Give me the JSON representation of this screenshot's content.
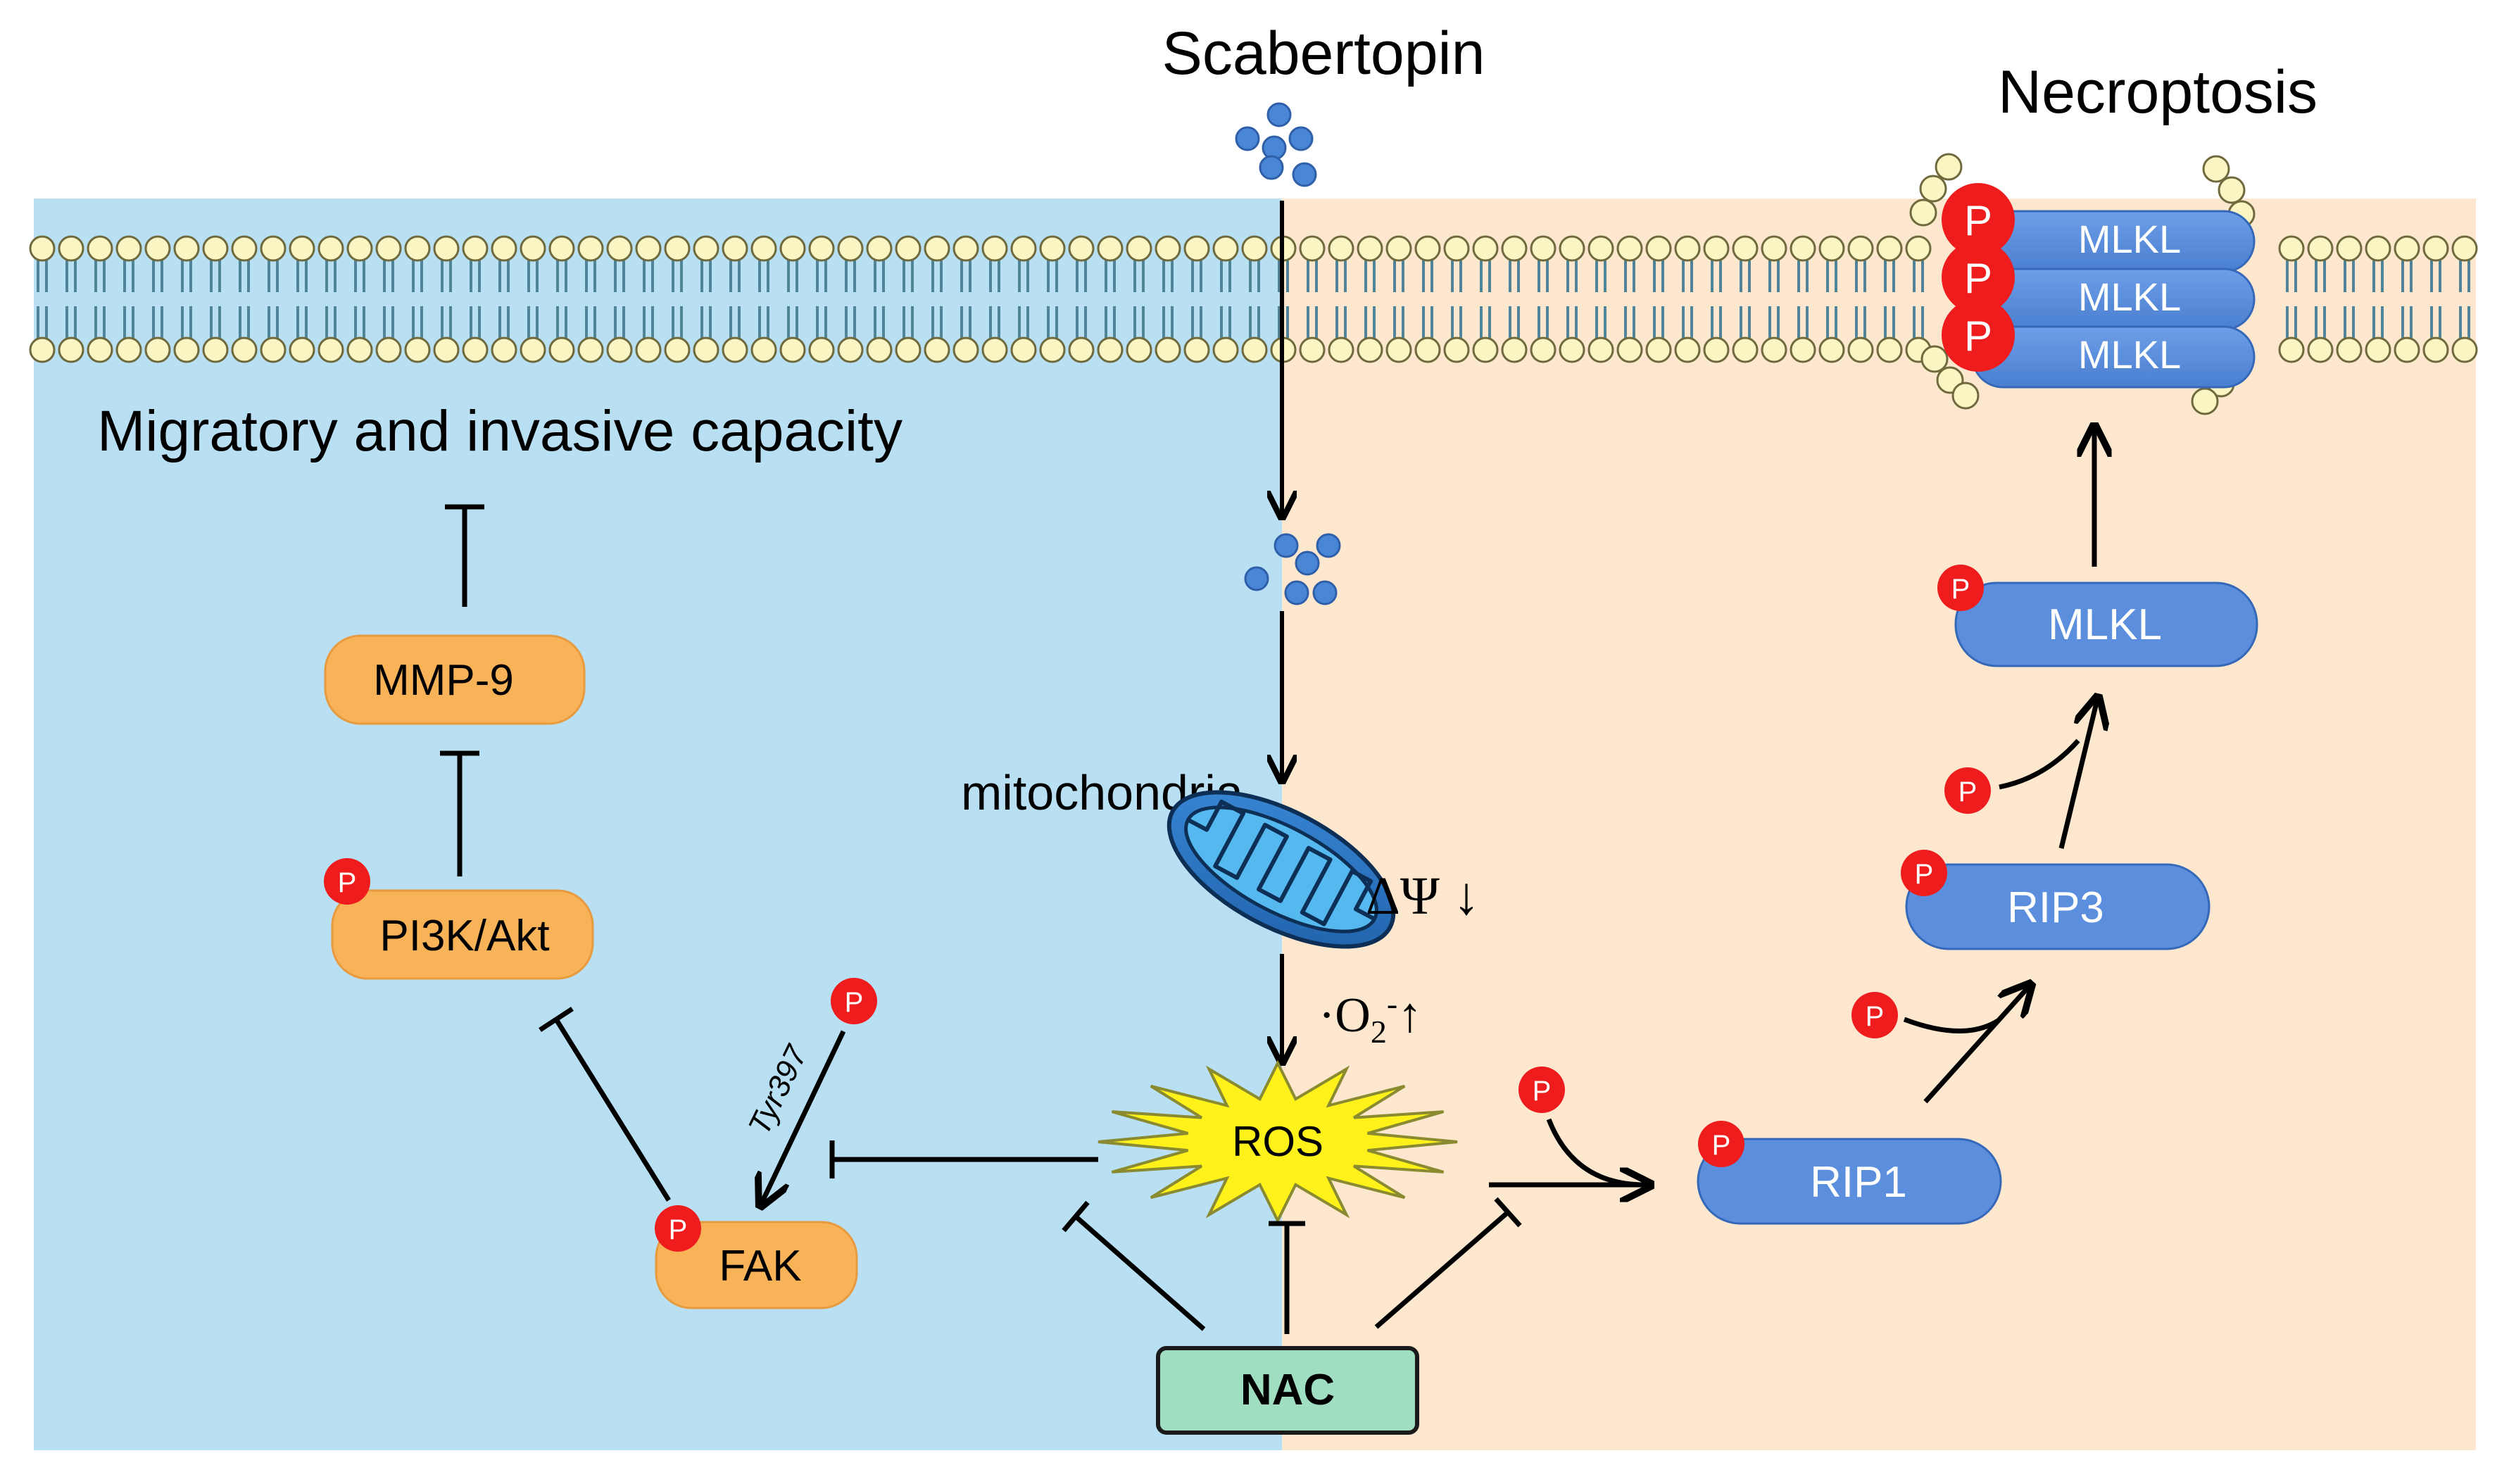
{
  "drug_label": "Scabertopin",
  "outcome_label": "Necroptosis",
  "migration_label": "Migratory and invasive capacity",
  "organelle_label": "mitochondria",
  "membrane_potential_label": "ΔΨ ↓",
  "superoxide": {
    "prefix": "·O",
    "subscript": "2",
    "superscript": "-",
    "arrow": "↑"
  },
  "nodes": {
    "mmp9": "MMP-9",
    "pi3k": "PI3K/Akt",
    "fak": "FAK",
    "ros": "ROS",
    "nac": "NAC",
    "rip1": "RIP1",
    "rip3": "RIP3",
    "mlkl": "MLKL",
    "mlkl_oligomer": [
      "MLKL",
      "MLKL",
      "MLKL"
    ]
  },
  "phospho_label": "P",
  "residue_label": "Tyr397",
  "colors": {
    "left_region": "#b9dff3",
    "right_region": "#fde8cf",
    "orange_node": "#f8b258",
    "blue_node": "#5b8fde",
    "nac_node": "#9fdec0",
    "ros_burst": "#fff21a",
    "phospho": "#ee1c1c",
    "lipid_head": "#fbf5c3",
    "lipid_tail": "#4f8499"
  },
  "icons": [
    "drug-molecule-icon",
    "mitochondria-icon",
    "ros-burst-icon",
    "phosphate-icon",
    "lipid-bilayer-icon"
  ]
}
